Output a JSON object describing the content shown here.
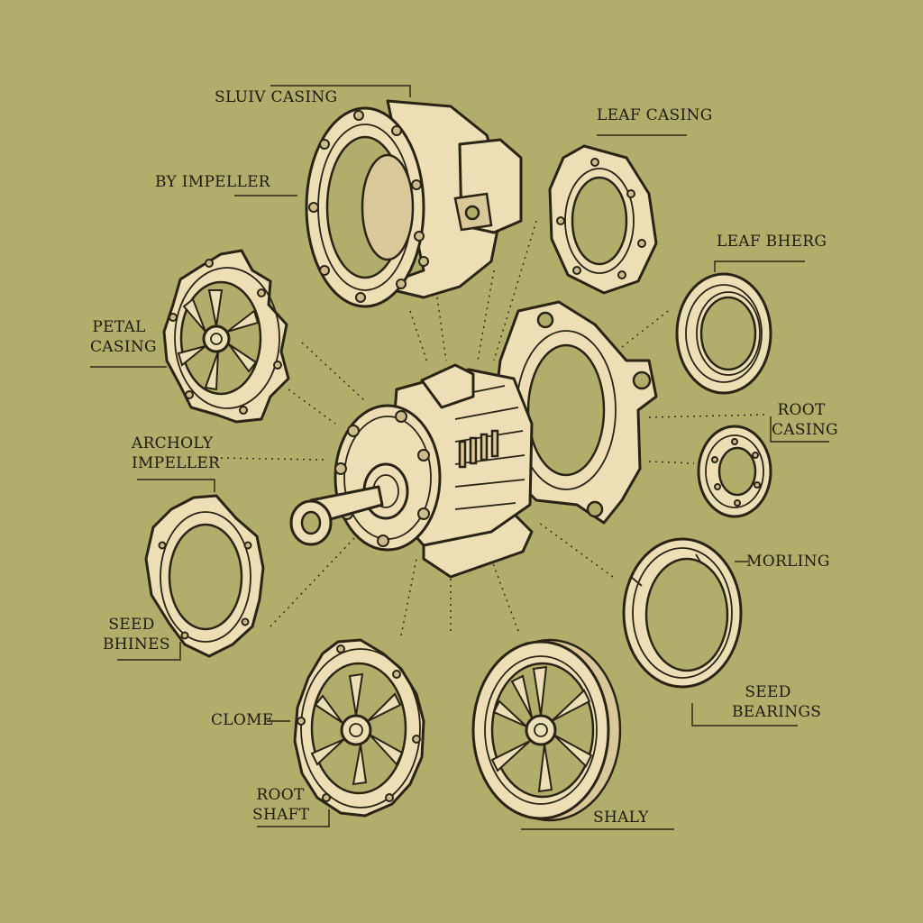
{
  "labels": {
    "sluiv_casing": "SLUIV CASING",
    "by_impeller": "BY IMPELLER",
    "leaf_casing": "LEAF CASING",
    "leaf_bherg": "LEAF BHERG",
    "petal_casing": [
      "PETAL",
      "CASING"
    ],
    "archoly_impeller": [
      "ARCHOLY",
      "IMPELLER"
    ],
    "root_casing": [
      "ROOT",
      "CASING"
    ],
    "morling": "MORLING",
    "seed_bhines": [
      "SEED",
      "BHINES"
    ],
    "clome": "CLOME",
    "root_shaft": [
      "ROOT",
      "SHAFT"
    ],
    "shaly": "SHALY",
    "seed_bearings": [
      "SEED",
      "BEARINGS"
    ]
  },
  "colors": {
    "background": "#b1ad6b",
    "part_fill": "#ecdfb6",
    "ink": "#2a2414"
  }
}
